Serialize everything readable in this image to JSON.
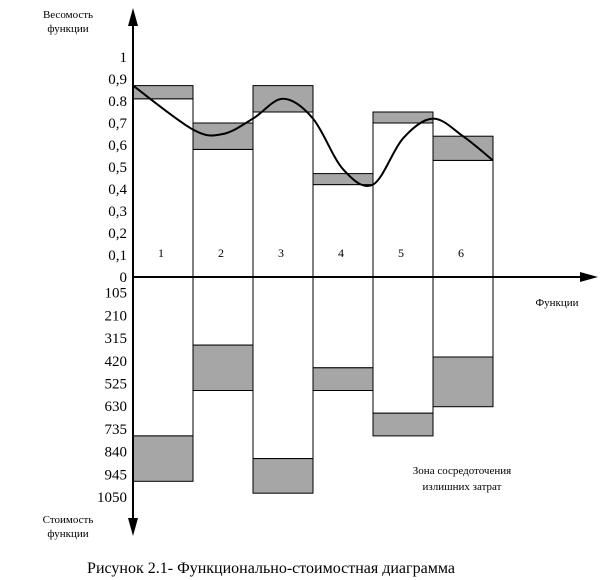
{
  "chart_data": {
    "type": "bar",
    "title": "",
    "caption": "Рисунок 2.1- Функционально-стоимостная диаграмма",
    "y_upper_label": [
      "Весомость",
      "функции"
    ],
    "y_lower_label": [
      "Стоимость",
      "функции"
    ],
    "x_label": "Функции",
    "annotation": [
      "Зона сосредоточения",
      "излишних затрат"
    ],
    "upper_ticks": [
      "1",
      "0,9",
      "0.8",
      "0,7",
      "0,6",
      "0,5",
      "0,4",
      "0,3",
      "0,2",
      "0,1",
      "0"
    ],
    "lower_ticks": [
      "105",
      "210",
      "315",
      "420",
      "525",
      "630",
      "735",
      "840",
      "945",
      "1050"
    ],
    "upper_range": [
      0,
      1
    ],
    "lower_range": [
      0,
      1050
    ],
    "categories": [
      "1",
      "2",
      "3",
      "4",
      "5",
      "6"
    ],
    "upper_series": [
      {
        "function": "1",
        "white_top": 0.81,
        "total": 0.87
      },
      {
        "function": "2",
        "white_top": 0.58,
        "total": 0.7
      },
      {
        "function": "3",
        "white_top": 0.75,
        "total": 0.87
      },
      {
        "function": "4",
        "white_top": 0.42,
        "total": 0.47
      },
      {
        "function": "5",
        "white_top": 0.7,
        "total": 0.75
      },
      {
        "function": "6",
        "white_top": 0.53,
        "total": 0.64
      }
    ],
    "lower_series": [
      {
        "function": "1",
        "white_bottom": 735,
        "total": 945
      },
      {
        "function": "2",
        "white_bottom": 315,
        "total": 525
      },
      {
        "function": "3",
        "white_bottom": 840,
        "total": 1000
      },
      {
        "function": "4",
        "white_bottom": 420,
        "total": 525
      },
      {
        "function": "5",
        "white_bottom": 630,
        "total": 735
      },
      {
        "function": "6",
        "white_bottom": 370,
        "total": 600
      }
    ],
    "curve": {
      "x": [
        0.0,
        1.0,
        1.5,
        2.0,
        2.5,
        3.0,
        3.5,
        4.0,
        4.5,
        5.0,
        5.5,
        6.0
      ],
      "y": [
        0.87,
        0.67,
        0.65,
        0.72,
        0.81,
        0.72,
        0.49,
        0.42,
        0.63,
        0.72,
        0.64,
        0.53
      ]
    },
    "colors": {
      "shade": "#a6a6a6",
      "bar": "#ffffff",
      "line": "#000000"
    },
    "grid": false,
    "legend": "none"
  }
}
